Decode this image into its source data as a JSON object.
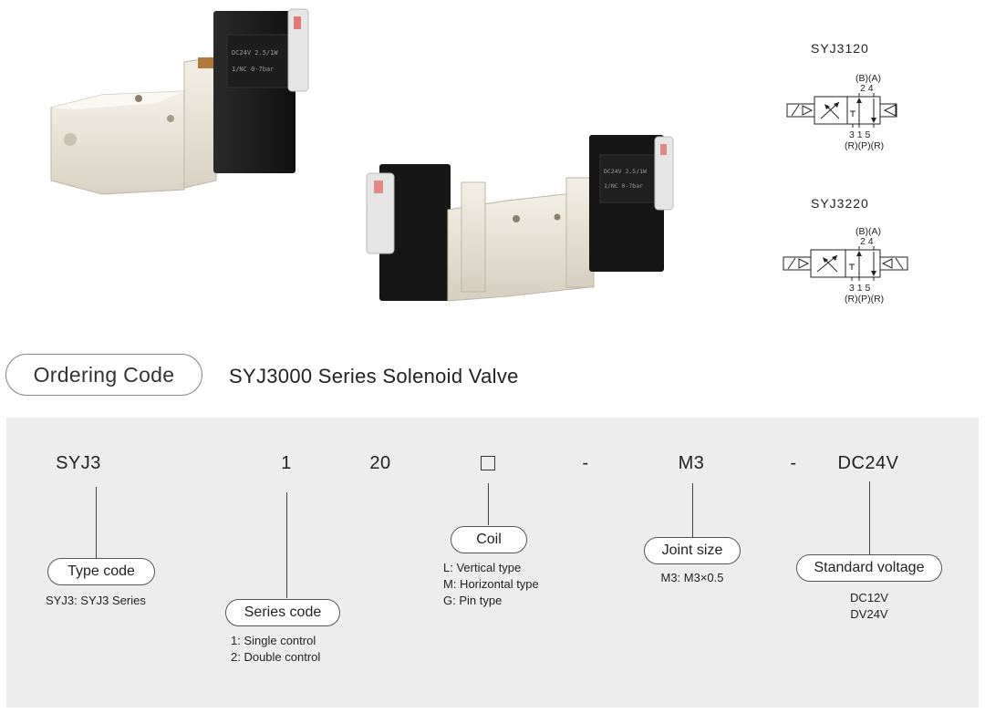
{
  "photos": {
    "left_label_lines": [
      "DC24V 2.5/1W",
      "1/NC 0-7bar"
    ],
    "right_label_lines": [
      "DC24V 2.5/1W",
      "1/NC 0-7bar"
    ]
  },
  "symbols": [
    {
      "title": "SYJ3120",
      "top_labels": [
        "(B)(A)",
        "2  4"
      ],
      "bottom_labels": [
        "3  1  5",
        "(R)(P)(R)"
      ]
    },
    {
      "title": "SYJ3220",
      "top_labels": [
        "(B)(A)",
        "2  4"
      ],
      "bottom_labels": [
        "3  1  5",
        "(R)(P)(R)"
      ]
    }
  ],
  "header": {
    "badge": "Ordering Code",
    "title": "SYJ3000 Series Solenoid Valve"
  },
  "code": {
    "part1": "SYJ3",
    "part2": "1",
    "part3": "20",
    "dash1": "-",
    "part5": "M3",
    "dash2": "-",
    "part6": "DC24V"
  },
  "fields": {
    "type": {
      "label": "Type code",
      "options": [
        "SYJ3: SYJ3 Series"
      ]
    },
    "series": {
      "label": "Series code",
      "options": [
        "1: Single control",
        "2: Double control"
      ]
    },
    "coil": {
      "label": "Coil",
      "options": [
        "L: Vertical type",
        "M: Horizontal type",
        "G: Pin type"
      ]
    },
    "joint": {
      "label": "Joint size",
      "options": [
        "M3: M3×0.5"
      ]
    },
    "voltage": {
      "label": "Standard voltage",
      "options": [
        "DC12V",
        "DV24V"
      ]
    }
  }
}
